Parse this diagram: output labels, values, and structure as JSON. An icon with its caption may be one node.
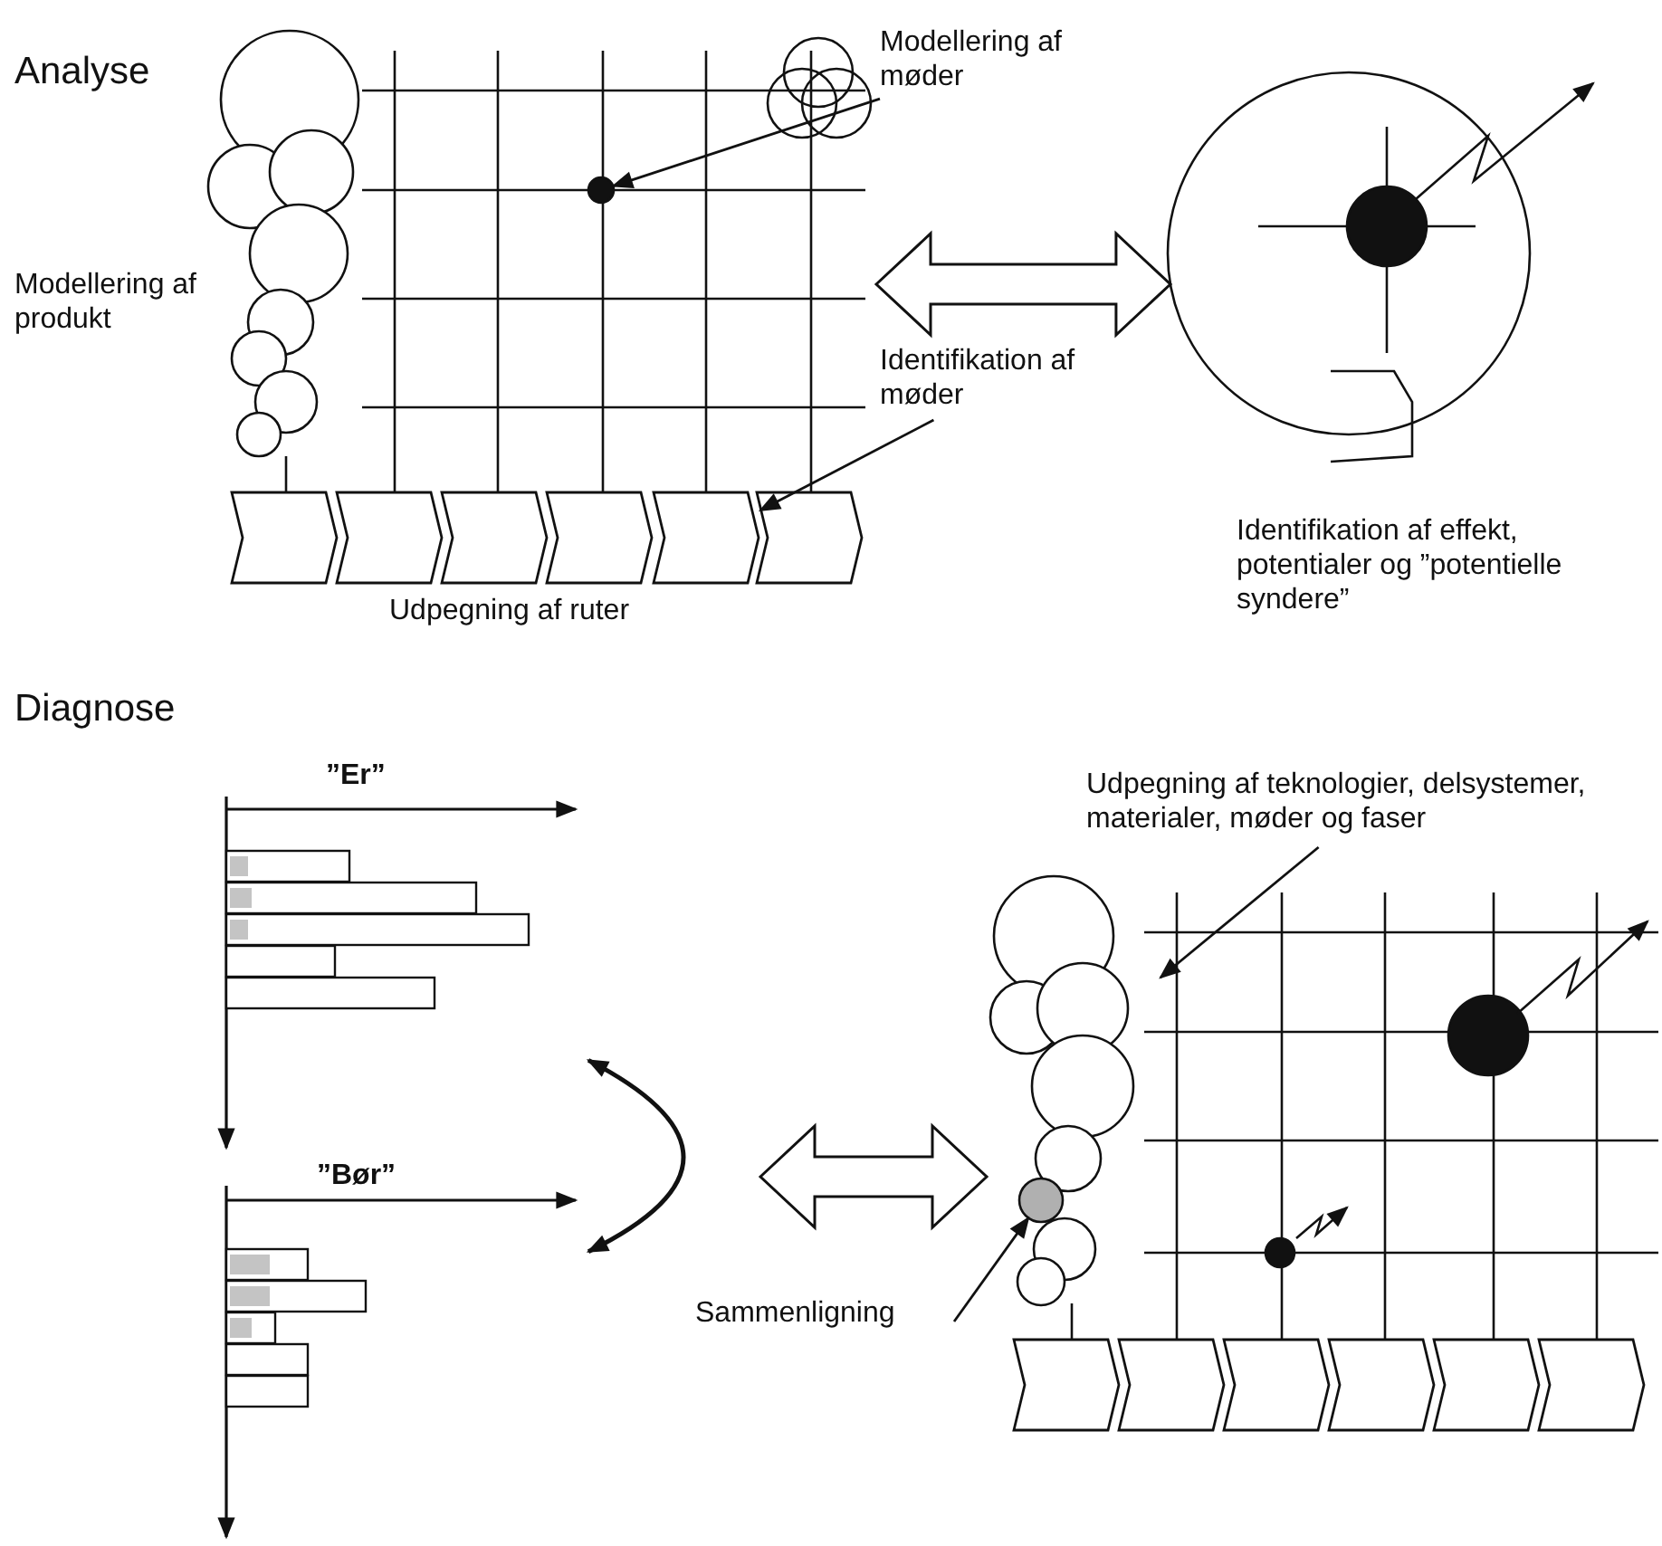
{
  "diagram": {
    "nodes": [
      {
        "text": [],
        "shape": "picture"
      },
      {
        "text": [],
        "shape": "circle",
        "in": 0
      },
      {
        "text": [],
        "shape": "chevron",
        "in": 0
      },
      {
        "text": [
          "Modellering af møder"
        ]
      },
      {
        "text": [
          "Identifikation af møder"
        ]
      },
      {
        "text": [],
        "shape": "circle"
      },
      {
        "text": [],
        "shape": "picture",
        "beside": [
          "”Er”"
        ]
      },
      {
        "text": [],
        "shape": "picture",
        "beside": [
          "”Bør”"
        ]
      },
      {
        "text": [
          "Udpegning af teknologier, delsystemer, materialer, møder og faser"
        ]
      },
      {
        "text": [],
        "shape": "picture"
      },
      {
        "text": [],
        "shape": "circle",
        "in": 9
      }
    ],
    "edges": [
      {
        "from": 3,
        "to": 1,
        "arrow": "to"
      },
      {
        "from": 4,
        "to": 2,
        "arrow": "to"
      },
      {
        "from": 0,
        "to": 5,
        "arrow": "both"
      },
      {
        "from": 6,
        "to": 7,
        "arrow": "both",
        "label": "Sammenligning"
      },
      {
        "from": null,
        "to": 9,
        "arrow": "both"
      },
      {
        "from": 8,
        "to": null,
        "arrow": "to"
      },
      {
        "from": null,
        "to": 10,
        "arrow": "to"
      }
    ],
    "labels": [
      "Analyse",
      "Modellering af produkt",
      "Udpegning af ruter",
      "Identifikation af effekt, potentialer og ”potentielle syndere”",
      "Diagnose"
    ]
  }
}
